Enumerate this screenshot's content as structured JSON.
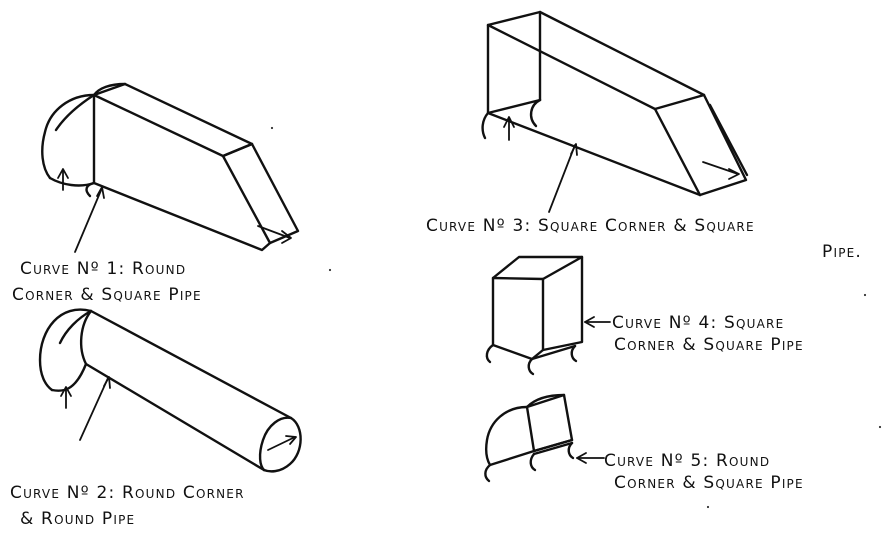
{
  "captions": {
    "curve1_line1": "Curve Nº 1: Round",
    "curve1_line2": "Corner & Square Pipe",
    "curve2_line1": "Curve Nº 2: Round Corner",
    "curve2_line2": "& Round  Pipe",
    "curve3_line1": "Curve Nº 3: Square Corner & Square",
    "curve3_line2": "Pipe.",
    "curve4_line1": "Curve Nº 4: Square",
    "curve4_line2": "Corner & Square Pipe",
    "curve5_line1": "Curve Nº 5: Round",
    "curve5_line2": "Corner & Square Pipe"
  }
}
